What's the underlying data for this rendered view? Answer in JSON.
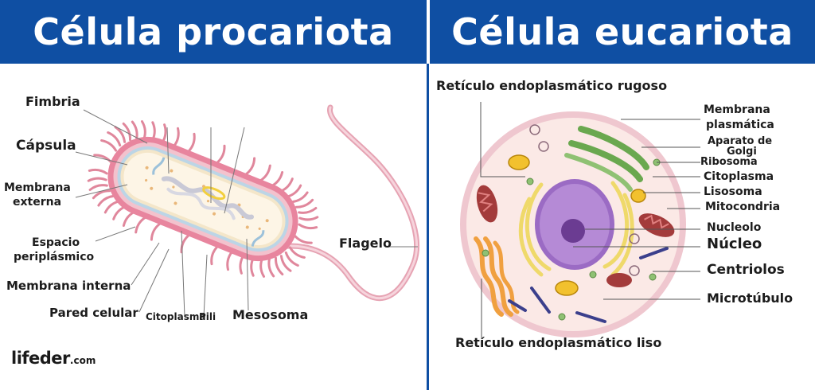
{
  "headers": {
    "left": "Célula procariota",
    "right": "Célula eucariota"
  },
  "prokaryote_labels": {
    "fimbria": "Fimbria",
    "capsula": "Cápsula",
    "membrana_externa_1": "Membrana",
    "membrana_externa_2": "externa",
    "espacio_1": "Espacio",
    "espacio_2": "periplásmico",
    "membrana_interna": "Membrana interna",
    "pared_celular": "Pared celular",
    "citoplasma": "Citoplasma",
    "pili": "Pili",
    "mesosoma": "Mesosoma",
    "flagelo": "Flagelo"
  },
  "eukaryote_labels": {
    "rer": "Retículo endoplasmático rugoso",
    "membrana_1": "Membrana",
    "membrana_2": "plasmática",
    "golgi_1": "Aparato de",
    "golgi_2": "Golgi",
    "ribosoma": "Ribosoma",
    "citoplasma": "Citoplasma",
    "lisosoma": "Lisosoma",
    "mitocondria": "Mitocondria",
    "nucleolo": "Nucleolo",
    "nucleo": "Núcleo",
    "centriolos": "Centriolos",
    "microtubulo": "Microtúbulo",
    "rel": "Retículo endoplasmático liso"
  },
  "logo": {
    "main": "lifeder",
    "domain": ".com"
  },
  "colors": {
    "header_blue": "#0f4fa3",
    "capsule_pink": "#e8859e",
    "cell_cream": "#fbe7e3",
    "nucleus_purple": "#9b6bc4",
    "golgi_green": "#6aa84f",
    "mitochondria_red": "#a33b3b"
  }
}
